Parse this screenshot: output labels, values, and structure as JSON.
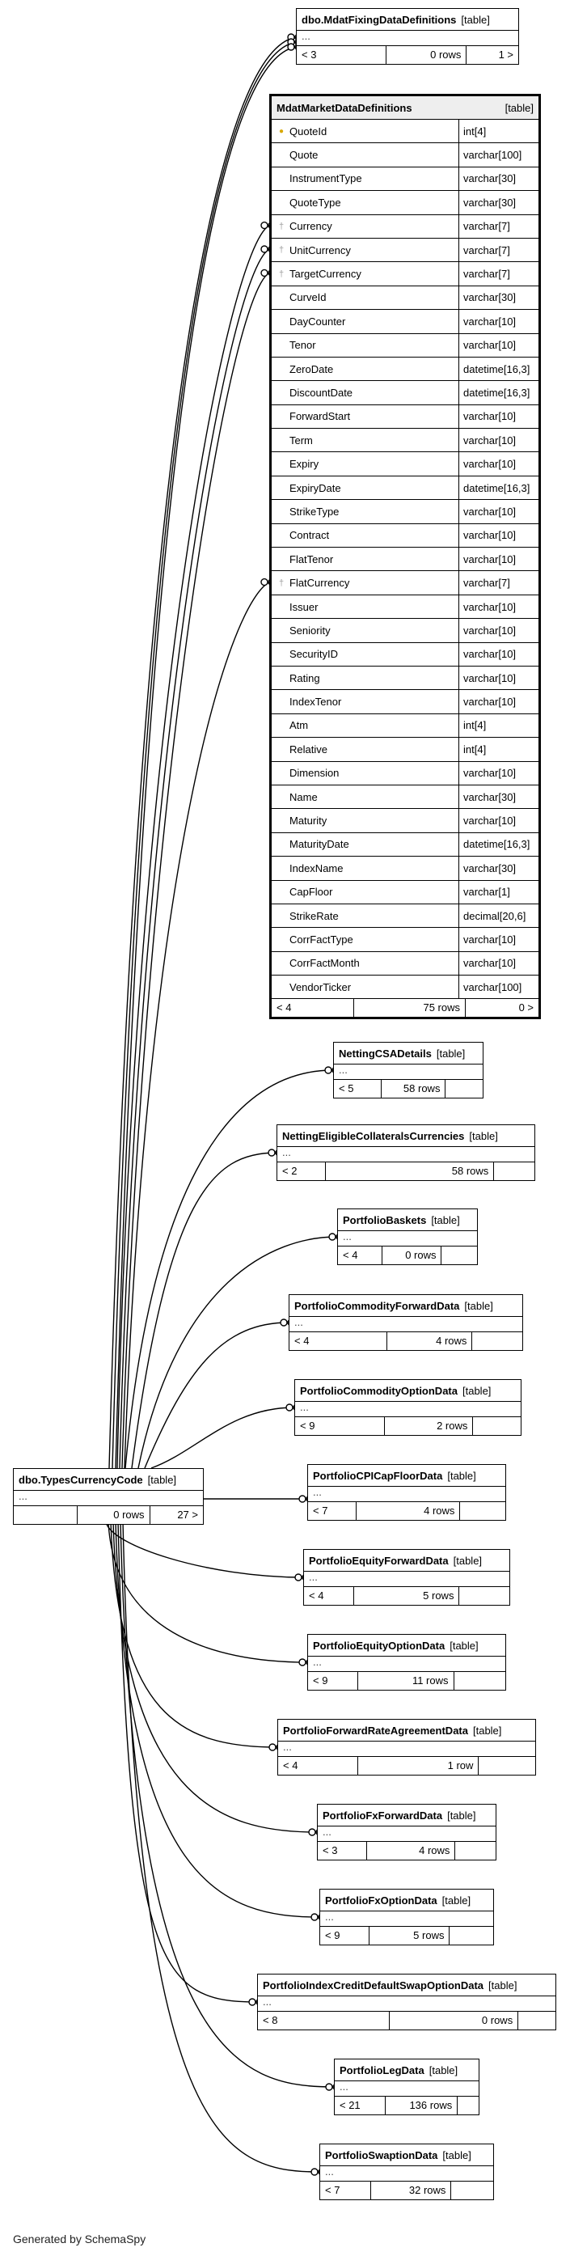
{
  "footer_text": "Generated by SchemaSpy",
  "big_table": {
    "name": "MdatMarketDataDefinitions",
    "tag": "[table]",
    "columns": [
      {
        "name": "QuoteId",
        "type": "int[4]",
        "key": "pk"
      },
      {
        "name": "Quote",
        "type": "varchar[100]",
        "key": ""
      },
      {
        "name": "InstrumentType",
        "type": "varchar[30]",
        "key": ""
      },
      {
        "name": "QuoteType",
        "type": "varchar[30]",
        "key": ""
      },
      {
        "name": "Currency",
        "type": "varchar[7]",
        "key": "fk"
      },
      {
        "name": "UnitCurrency",
        "type": "varchar[7]",
        "key": "fk"
      },
      {
        "name": "TargetCurrency",
        "type": "varchar[7]",
        "key": "fk"
      },
      {
        "name": "CurveId",
        "type": "varchar[30]",
        "key": ""
      },
      {
        "name": "DayCounter",
        "type": "varchar[10]",
        "key": ""
      },
      {
        "name": "Tenor",
        "type": "varchar[10]",
        "key": ""
      },
      {
        "name": "ZeroDate",
        "type": "datetime[16,3]",
        "key": ""
      },
      {
        "name": "DiscountDate",
        "type": "datetime[16,3]",
        "key": ""
      },
      {
        "name": "ForwardStart",
        "type": "varchar[10]",
        "key": ""
      },
      {
        "name": "Term",
        "type": "varchar[10]",
        "key": ""
      },
      {
        "name": "Expiry",
        "type": "varchar[10]",
        "key": ""
      },
      {
        "name": "ExpiryDate",
        "type": "datetime[16,3]",
        "key": ""
      },
      {
        "name": "StrikeType",
        "type": "varchar[10]",
        "key": ""
      },
      {
        "name": "Contract",
        "type": "varchar[10]",
        "key": ""
      },
      {
        "name": "FlatTenor",
        "type": "varchar[10]",
        "key": ""
      },
      {
        "name": "FlatCurrency",
        "type": "varchar[7]",
        "key": "fk"
      },
      {
        "name": "Issuer",
        "type": "varchar[10]",
        "key": ""
      },
      {
        "name": "Seniority",
        "type": "varchar[10]",
        "key": ""
      },
      {
        "name": "SecurityID",
        "type": "varchar[10]",
        "key": ""
      },
      {
        "name": "Rating",
        "type": "varchar[10]",
        "key": ""
      },
      {
        "name": "IndexTenor",
        "type": "varchar[10]",
        "key": ""
      },
      {
        "name": "Atm",
        "type": "int[4]",
        "key": ""
      },
      {
        "name": "Relative",
        "type": "int[4]",
        "key": ""
      },
      {
        "name": "Dimension",
        "type": "varchar[10]",
        "key": ""
      },
      {
        "name": "Name",
        "type": "varchar[30]",
        "key": ""
      },
      {
        "name": "Maturity",
        "type": "varchar[10]",
        "key": ""
      },
      {
        "name": "MaturityDate",
        "type": "datetime[16,3]",
        "key": ""
      },
      {
        "name": "IndexName",
        "type": "varchar[30]",
        "key": ""
      },
      {
        "name": "CapFloor",
        "type": "varchar[1]",
        "key": ""
      },
      {
        "name": "StrikeRate",
        "type": "decimal[20,6]",
        "key": ""
      },
      {
        "name": "CorrFactType",
        "type": "varchar[10]",
        "key": ""
      },
      {
        "name": "CorrFactMonth",
        "type": "varchar[10]",
        "key": ""
      },
      {
        "name": "VendorTicker",
        "type": "varchar[100]",
        "key": ""
      }
    ],
    "footer": {
      "parents": "< 4",
      "rows": "75 rows",
      "children": "0 >"
    }
  },
  "tables": [
    {
      "id": "fixing",
      "name": "dbo.MdatFixingDataDefinitions",
      "tag": "[table]",
      "dots": "...",
      "parents": "< 3",
      "rows": "0 rows",
      "children": "1 >"
    },
    {
      "id": "center",
      "name": "dbo.TypesCurrencyCode",
      "tag": "[table]",
      "dots": "...",
      "parents": "",
      "rows": "0 rows",
      "children": "27 >"
    },
    {
      "id": "csa",
      "name": "NettingCSADetails",
      "tag": "[table]",
      "dots": "...",
      "parents": "< 5",
      "rows": "58 rows",
      "children": ""
    },
    {
      "id": "elig",
      "name": "NettingEligibleCollateralsCurrencies",
      "tag": "[table]",
      "dots": "...",
      "parents": "< 2",
      "rows": "58 rows",
      "children": ""
    },
    {
      "id": "baskets",
      "name": "PortfolioBaskets",
      "tag": "[table]",
      "dots": "...",
      "parents": "< 4",
      "rows": "0 rows",
      "children": ""
    },
    {
      "id": "cfwd",
      "name": "PortfolioCommodityForwardData",
      "tag": "[table]",
      "dots": "...",
      "parents": "< 4",
      "rows": "4 rows",
      "children": ""
    },
    {
      "id": "copt",
      "name": "PortfolioCommodityOptionData",
      "tag": "[table]",
      "dots": "...",
      "parents": "< 9",
      "rows": "2 rows",
      "children": ""
    },
    {
      "id": "cpi",
      "name": "PortfolioCPICapFloorData",
      "tag": "[table]",
      "dots": "...",
      "parents": "< 7",
      "rows": "4 rows",
      "children": ""
    },
    {
      "id": "efwd",
      "name": "PortfolioEquityForwardData",
      "tag": "[table]",
      "dots": "...",
      "parents": "< 4",
      "rows": "5 rows",
      "children": ""
    },
    {
      "id": "eopt",
      "name": "PortfolioEquityOptionData",
      "tag": "[table]",
      "dots": "...",
      "parents": "< 9",
      "rows": "11 rows",
      "children": ""
    },
    {
      "id": "fra",
      "name": "PortfolioForwardRateAgreementData",
      "tag": "[table]",
      "dots": "...",
      "parents": "< 4",
      "rows": "1 row",
      "children": ""
    },
    {
      "id": "fxfwd",
      "name": "PortfolioFxForwardData",
      "tag": "[table]",
      "dots": "...",
      "parents": "< 3",
      "rows": "4 rows",
      "children": ""
    },
    {
      "id": "fxopt",
      "name": "PortfolioFxOptionData",
      "tag": "[table]",
      "dots": "...",
      "parents": "< 9",
      "rows": "5 rows",
      "children": ""
    },
    {
      "id": "icds",
      "name": "PortfolioIndexCreditDefaultSwapOptionData",
      "tag": "[table]",
      "dots": "...",
      "parents": "< 8",
      "rows": "0 rows",
      "children": ""
    },
    {
      "id": "leg",
      "name": "PortfolioLegData",
      "tag": "[table]",
      "dots": "...",
      "parents": "< 21",
      "rows": "136 rows",
      "children": ""
    },
    {
      "id": "swpt",
      "name": "PortfolioSwaptionData",
      "tag": "[table]",
      "dots": "...",
      "parents": "< 7",
      "rows": "32 rows",
      "children": ""
    }
  ]
}
